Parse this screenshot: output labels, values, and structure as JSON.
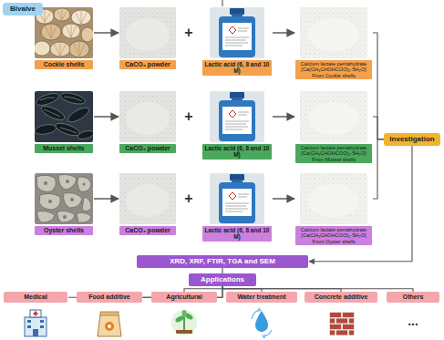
{
  "diagram": {
    "nodes": [
      {
        "text": [
          "Bivalve"
        ]
      },
      {
        "text": [
          "Cockle shells"
        ]
      },
      {
        "text": [
          "CaCO₃ powder"
        ]
      },
      {
        "text": [
          "Lactic acid (6, 8 and 10 M)"
        ]
      },
      {
        "text": [
          "Calcium lactate pentahydrate [Ca(CH₃CHOHCOO)₂·5H₂O] From Cockle shells"
        ]
      },
      {
        "text": [
          "Mussel shells"
        ]
      },
      {
        "text": [
          "CaCO₃ powder"
        ]
      },
      {
        "text": [
          "Lactic acid (6, 8 and 10 M)"
        ]
      },
      {
        "text": [
          "Calcium lactate pentahydrate [Ca(CH₃CHOHCOO)₂·5H₂O] From Mussel shells"
        ]
      },
      {
        "text": [
          "Oyster shells"
        ]
      },
      {
        "text": [
          "CaCO₃ powder"
        ]
      },
      {
        "text": [
          "Lactic acid (6, 8 and 10 M)"
        ]
      },
      {
        "text": [
          "Calcium lactate pentahydrate [Ca(CH₃CHOHCOO)₂·5H₂O] From Oyster shells"
        ]
      },
      {
        "text": [
          "Investigation"
        ]
      },
      {
        "text": [
          "XRD, XRF, FTIR, TGA and SEM"
        ]
      },
      {
        "text": [
          "Applications"
        ]
      },
      {
        "text": [
          "Medical"
        ]
      },
      {
        "text": [
          "Food additive"
        ]
      },
      {
        "text": [
          "Agricultural"
        ]
      },
      {
        "text": [
          "Water treatment"
        ]
      },
      {
        "text": [
          "Concrete additive"
        ]
      },
      {
        "text": [
          "Others"
        ]
      }
    ],
    "edges": [
      {
        "from": 1,
        "to": 2,
        "arrow": "to"
      },
      {
        "from": 3,
        "to": 4,
        "arrow": "to"
      },
      {
        "from": 5,
        "to": 6,
        "arrow": "to"
      },
      {
        "from": 7,
        "to": 8,
        "arrow": "to"
      },
      {
        "from": 9,
        "to": 10,
        "arrow": "to"
      },
      {
        "from": 11,
        "to": 12,
        "arrow": "to"
      },
      {
        "from": 4,
        "to": 13,
        "arrow": "none"
      },
      {
        "from": 8,
        "to": 13,
        "arrow": "none"
      },
      {
        "from": 12,
        "to": 13,
        "arrow": "none"
      },
      {
        "from": 13,
        "to": 14,
        "arrow": "to"
      },
      {
        "from": 14,
        "to": 15,
        "arrow": "none"
      },
      {
        "from": 15,
        "to": 16,
        "arrow": "none"
      },
      {
        "from": 15,
        "to": 17,
        "arrow": "none"
      },
      {
        "from": 15,
        "to": 18,
        "arrow": "none"
      },
      {
        "from": 15,
        "to": 19,
        "arrow": "none"
      },
      {
        "from": 15,
        "to": 20,
        "arrow": "none"
      },
      {
        "from": 15,
        "to": 21,
        "arrow": "none"
      }
    ],
    "labels": [
      "+",
      "+",
      "+",
      "..."
    ]
  }
}
